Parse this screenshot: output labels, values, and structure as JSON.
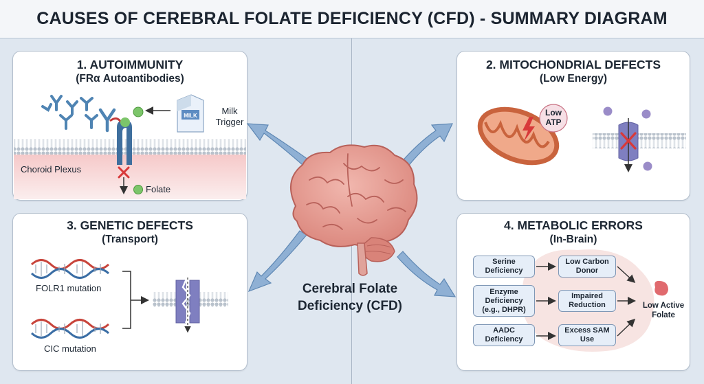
{
  "title": "CAUSES OF CEREBRAL FOLATE DEFICIENCY (CFD) - SUMMARY DIAGRAM",
  "center": {
    "line1": "Cerebral Folate",
    "line2": "Deficiency (CFD)"
  },
  "panel1": {
    "title": "1. AUTOIMMUNITY",
    "subtitle": "(FRα Autoantibodies)",
    "milk_label_1": "Milk",
    "milk_label_2": "Trigger",
    "milk_carton_text": "MILK",
    "membrane_label": "Choroid Plexus",
    "folate_label": "Folate"
  },
  "panel2": {
    "title": "2. MITOCHONDRIAL DEFECTS",
    "subtitle": "(Low Energy)",
    "atp_line1": "Low",
    "atp_line2": "ATP"
  },
  "panel3": {
    "title": "3. GENETIC DEFECTS",
    "subtitle": "(Transport)",
    "mutation1": "FOLR1 mutation",
    "mutation2": "CIC mutation"
  },
  "panel4": {
    "title": "4. METABOLIC ERRORS",
    "subtitle": "(In-Brain)",
    "left_boxes": [
      "Serine Deficiency",
      "Enzyme Deficiency (e.g., DHPR)",
      "AADC Deficiency"
    ],
    "right_boxes": [
      "Low Carbon Donor",
      "Impaired Reduction",
      "Excess SAM Use"
    ],
    "outcome_line1": "Low Active",
    "outcome_line2": "Folate"
  },
  "colors": {
    "background": "#dfe7f0",
    "arrow_blue": "#7fa3c8",
    "receptor_blue": "#3f6f9e",
    "folate_green": "#7cc56a",
    "brain_pink": "#e39a93",
    "mito_orange": "#c9633d",
    "block_red": "#d8393a",
    "transporter_purple": "#7f7fc0",
    "dna_red": "#c8453c",
    "dna_blue": "#3b6ea5"
  }
}
